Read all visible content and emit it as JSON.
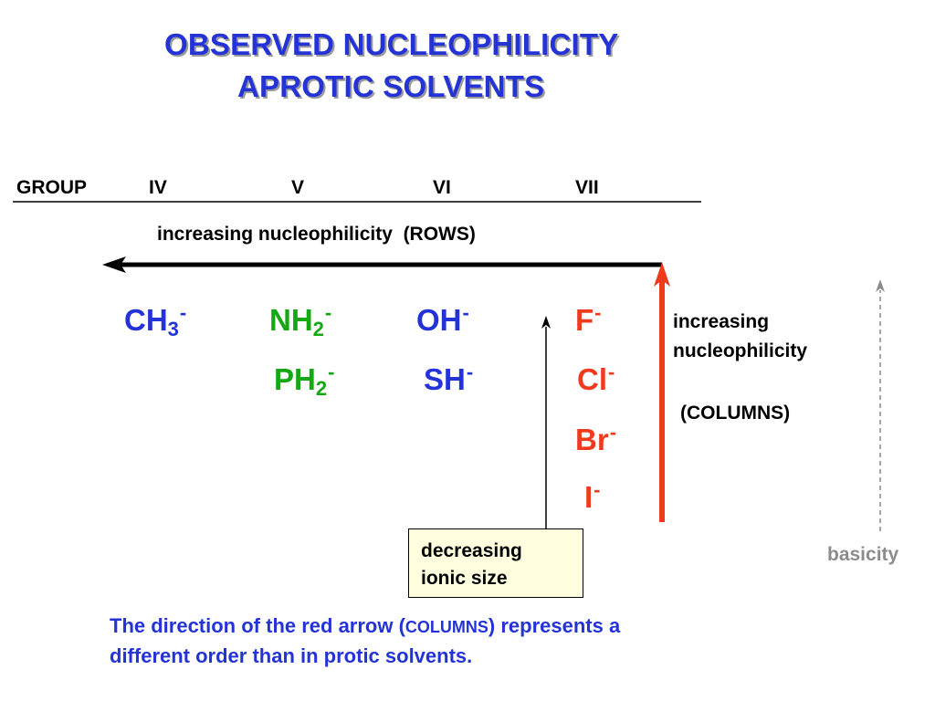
{
  "title": {
    "line1": "OBSERVED NUCLEOPHILICITY",
    "line2": "APROTIC SOLVENTS"
  },
  "groups": {
    "header": "GROUP",
    "iv": "IV",
    "v": "V",
    "vi": "VI",
    "vii": "VII"
  },
  "rows_label": "increasing nucleophilicity  (ROWS)",
  "columns_label": {
    "line1": "increasing",
    "line2": "nucleophilicity",
    "line3": "(COLUMNS)"
  },
  "species": {
    "ch3": {
      "base": "CH",
      "sub": "3",
      "charge": "-"
    },
    "nh2": {
      "base": "NH",
      "sub": "2",
      "charge": "-"
    },
    "oh": {
      "base": "OH",
      "charge": "-"
    },
    "f": {
      "base": "F",
      "charge": "-"
    },
    "ph2": {
      "base": "PH",
      "sub": "2",
      "charge": "-"
    },
    "sh": {
      "base": "SH",
      "charge": "-"
    },
    "cl": {
      "base": "Cl",
      "charge": "-"
    },
    "br": {
      "base": "Br",
      "charge": "-"
    },
    "i": {
      "base": "I",
      "charge": "-"
    }
  },
  "ionic_box": {
    "line1": "decreasing",
    "line2": "ionic size"
  },
  "basicity_label": "basicity",
  "note": {
    "part1": "The direction of the red arrow (",
    "columns": "COLUMNS",
    "part2": ") represents a",
    "line2": "different order than in protic solvents."
  },
  "colors": {
    "title_blue": "#2433d6",
    "group_iv": "#2433d6",
    "group_v": "#14a814",
    "group_vi": "#2433d6",
    "group_vii": "#f03a1e",
    "box_fill": "#ffffe0",
    "basicity_gray": "#8c8c8c"
  }
}
